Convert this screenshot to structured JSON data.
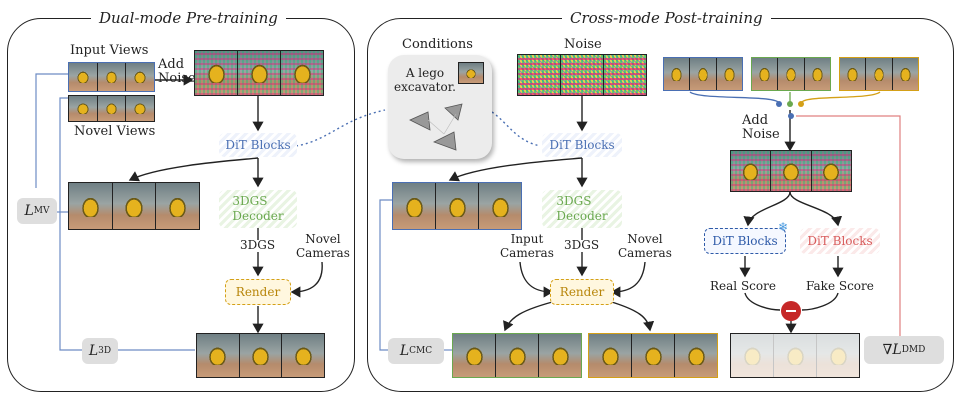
{
  "panels": {
    "left_title": "Dual-mode Pre-training",
    "right_title": "Cross-mode Post-training"
  },
  "left": {
    "input_views": "Input Views",
    "novel_views": "Novel Views",
    "add_noise": "Add\nNoise",
    "dit_blocks": "DiT Blocks",
    "decoder": "3DGS\nDecoder",
    "threedgs": "3DGS",
    "novel_cameras": "Novel\nCameras",
    "render": "Render",
    "loss_mv_main": "L",
    "loss_mv_sub": "MV",
    "loss_3d_main": "L",
    "loss_3d_sub": "3D"
  },
  "middle": {
    "conditions": "Conditions",
    "prompt": "A lego\nexcavator.",
    "noise": "Noise",
    "dit_blocks": "DiT Blocks",
    "decoder": "3DGS\nDecoder",
    "threedgs": "3DGS",
    "input_cameras": "Input\nCameras",
    "novel_cameras": "Novel\nCameras",
    "render": "Render",
    "loss_cmc_main": "L",
    "loss_cmc_sub": "CMC"
  },
  "right": {
    "add_noise": "Add\nNoise",
    "dit_frozen": "DiT Blocks",
    "dit_fake": "DiT Blocks",
    "real_score": "Real Score",
    "fake_score": "Fake Score",
    "loss_dmd_main": "∇L",
    "loss_dmd_sub": "DMD"
  },
  "colors": {
    "dit": "#4a6fb3",
    "decoder": "#6aa84f",
    "render": "#d4a017",
    "fake": "#d85c5c",
    "loss_bg": "#dedede",
    "blue_line": "#6d8cc4",
    "red_line": "#e08080"
  },
  "icons": [
    "camera-icon",
    "snowflake-icon",
    "minus-icon"
  ]
}
